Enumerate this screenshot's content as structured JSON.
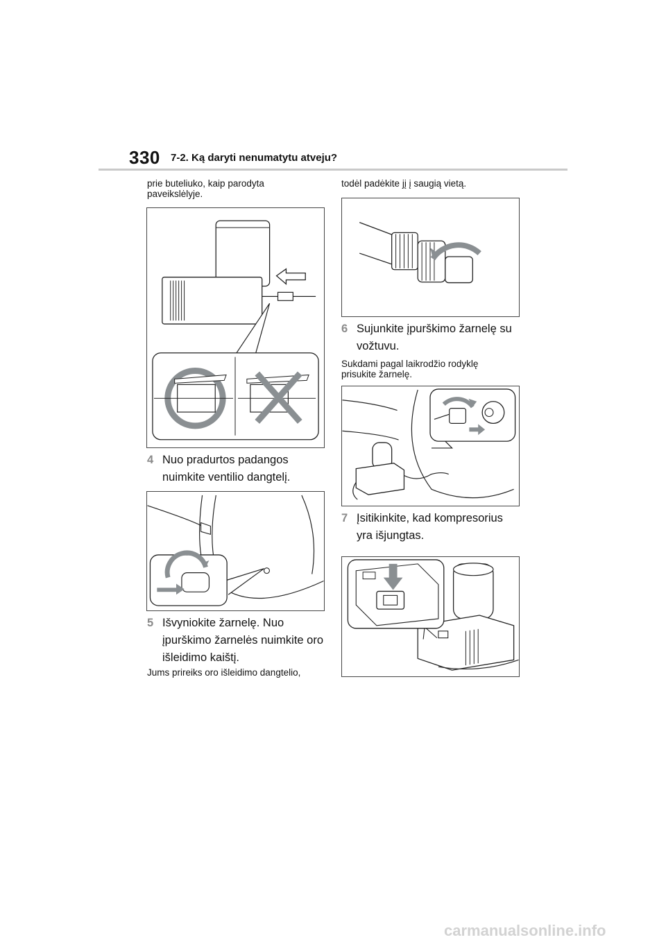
{
  "header": {
    "page_number": "330",
    "section_title": "7-2. Ką daryti nenumatytu atveju?"
  },
  "left_column": {
    "intro_line1": "prie buteliuko, kaip parodyta",
    "intro_line2": "paveikslėlyje.",
    "step4": {
      "number": "4",
      "line1": "Nuo pradurtos padangos",
      "line2": "nuimkite ventilio dangtelį."
    },
    "step5": {
      "number": "5",
      "line1": "Išvyniokite žarnelę. Nuo",
      "line2": "įpurškimo žarnelės nuimkite oro",
      "line3": "išleidimo kaištį."
    },
    "note5_line1": "Jums prireiks oro išleidimo dangtelio,"
  },
  "right_column": {
    "note5_line2": "todėl padėkite jį į saugią vietą.",
    "step6": {
      "number": "6",
      "line1": "Sujunkite įpurškimo žarnelę su",
      "line2": "vožtuvu."
    },
    "note6_line1": "Sukdami pagal laikrodžio rodyklę",
    "note6_line2": "prisukite žarnelę.",
    "step7": {
      "number": "7",
      "line1": "Įsitikinkite, kad kompresorius",
      "line2": "yra išjungtas."
    }
  },
  "watermark": "carmanualsonline.info",
  "colors": {
    "step_number": "#8a8a8a",
    "rule": "#c9c9c9",
    "symbol_gray": "#8a8f92"
  }
}
